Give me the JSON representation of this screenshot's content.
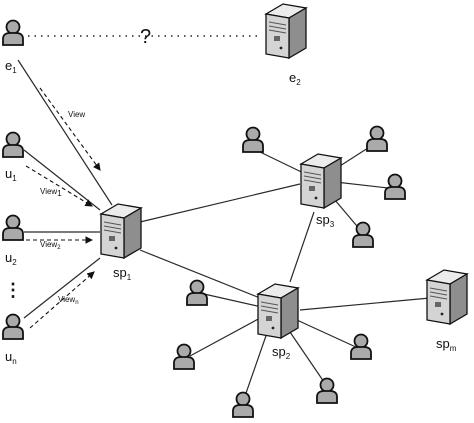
{
  "nodes": {
    "e1": {
      "base": "e",
      "sub": "1"
    },
    "e2": {
      "base": "e",
      "sub": "2"
    },
    "u1": {
      "base": "u",
      "sub": "1"
    },
    "u2": {
      "base": "u",
      "sub": "2"
    },
    "un": {
      "base": "u",
      "sub": "n"
    },
    "sp1": {
      "base": "sp",
      "sub": "1"
    },
    "sp2": {
      "base": "sp",
      "sub": "2"
    },
    "sp3": {
      "base": "sp",
      "sub": "3"
    },
    "spm": {
      "base": "sp",
      "sub": "m"
    }
  },
  "edges": {
    "e1_view": {
      "base": "View",
      "sub": ""
    },
    "u1_view": {
      "base": "View",
      "sub": "1"
    },
    "u2_view": {
      "base": "View",
      "sub": "2"
    },
    "un_view": {
      "base": "View",
      "sub": "n"
    }
  },
  "unknown_link": "?",
  "ellipsis": "⋮",
  "colors": {
    "line": "#2a2a2a",
    "server": "#cfcfcf",
    "user": "#a8a8a8"
  }
}
